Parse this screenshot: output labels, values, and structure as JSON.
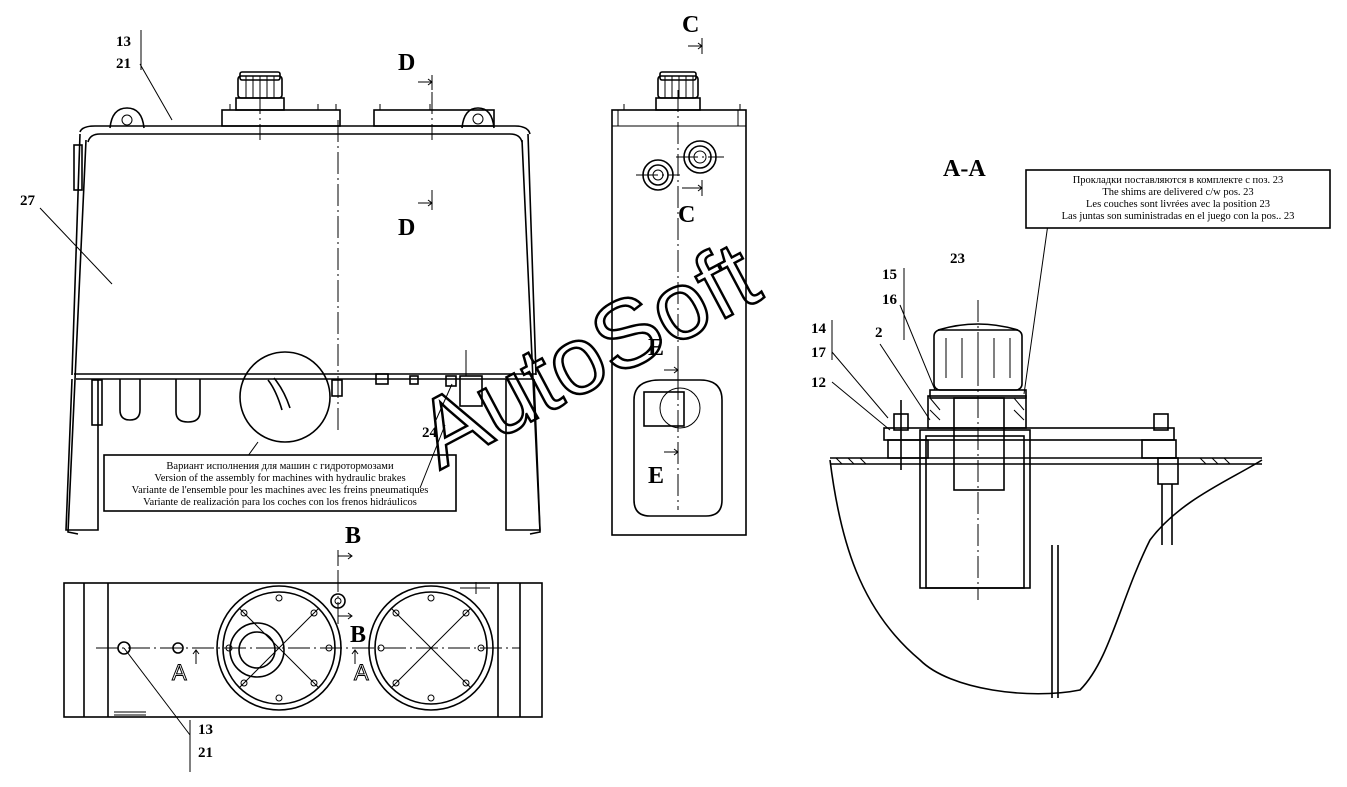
{
  "watermark": "AutoSoft",
  "view_labels": {
    "section_aa": "A-A",
    "B_top": "B",
    "B_bottom": "B",
    "C_top": "C",
    "C_bottom": "C",
    "D_top": "D",
    "D_bottom": "D",
    "E_top": "E",
    "E_bottom": "E",
    "A_left": "A",
    "A_right": "A"
  },
  "callouts": {
    "p13_top": "13",
    "p21_top": "21",
    "p27": "27",
    "p24": "24",
    "p13_bottom": "13",
    "p21_bottom": "21",
    "p23": "23",
    "p15": "15",
    "p16": "16",
    "p14": "14",
    "p2": "2",
    "p17": "17",
    "p12": "12"
  },
  "note_left": [
    "Вариант исполнения для машин с гидротормозами",
    "Version of the assembly for machines with hydraulic brakes",
    "Variante de l'ensemble pour les machines avec les freins pneumatiques",
    "Variante de realización para los coches con los frenos hidráulicos"
  ],
  "note_right": [
    "Прокладки поставляются в комплекте с поз. 23",
    "The shims are delivered c/w pos. 23",
    "Les couches sont livrées avec la position 23",
    "Las juntas son suministradas en el juego con la pos.. 23"
  ]
}
